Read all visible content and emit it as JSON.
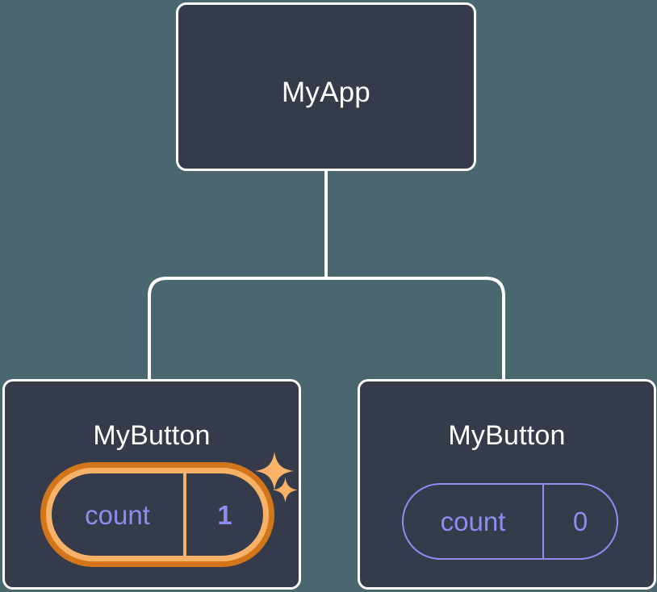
{
  "diagram": {
    "type": "component-tree",
    "background_color": "#4a666e",
    "node_fill_color": "#353b4a",
    "node_border_color": "#ffffff",
    "connector_color": "#ffffff",
    "state_text_color": "#8b8ef0",
    "highlight_outer_color": "#d3761a",
    "highlight_inner_color": "#f7b267",
    "root": {
      "label": "MyApp"
    },
    "children": [
      {
        "label": "MyButton",
        "state": {
          "key": "count",
          "value": "1"
        },
        "highlighted": true,
        "sparkles": [
          "sparkle-large-icon",
          "sparkle-small-icon"
        ]
      },
      {
        "label": "MyButton",
        "state": {
          "key": "count",
          "value": "0"
        },
        "highlighted": false,
        "sparkles": []
      }
    ]
  }
}
